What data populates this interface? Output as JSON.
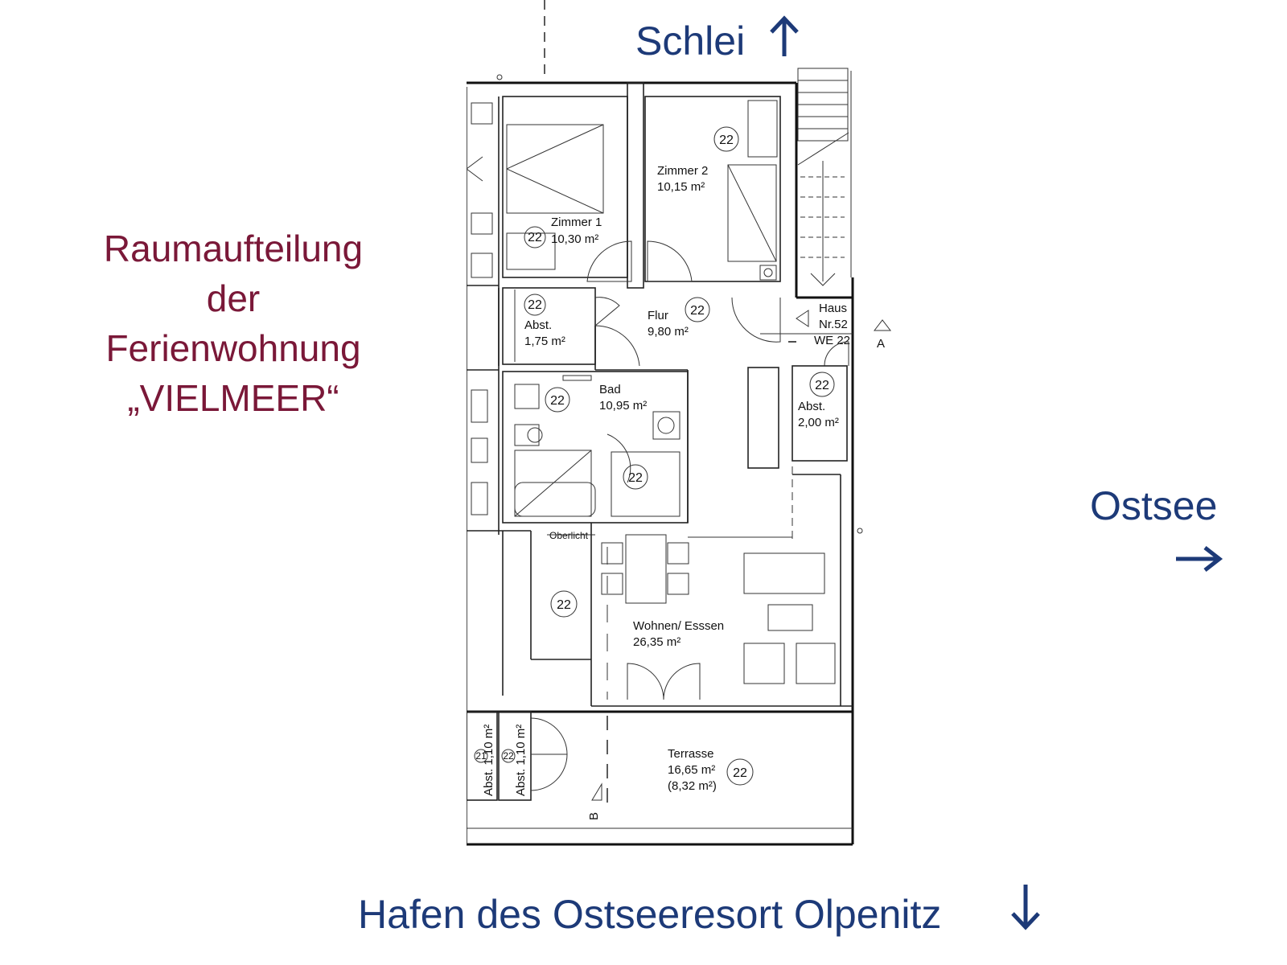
{
  "title": {
    "line1": "Raumaufteilung",
    "line2": "der",
    "line3": "Ferienwohnung",
    "line4": "„VIELMEER“"
  },
  "directions": {
    "north": "Schlei",
    "east": "Ostsee",
    "south": "Hafen des Ostseeresort Olpenitz"
  },
  "colors": {
    "title": "#7a1838",
    "directions": "#1d3a78"
  },
  "rooms": {
    "zimmer1": {
      "name": "Zimmer 1",
      "area": "10,30 m²",
      "unit": "22"
    },
    "zimmer2": {
      "name": "Zimmer 2",
      "area": "10,15 m²",
      "unit": "22"
    },
    "flur": {
      "name": "Flur",
      "area": "9,80 m²",
      "unit": "22"
    },
    "abst1": {
      "name": "Abst.",
      "area": "1,75 m²",
      "unit": "22"
    },
    "abst2": {
      "name": "Abst.",
      "area": "2,00 m²",
      "unit": "22"
    },
    "bad": {
      "name": "Bad",
      "area": "10,95 m²",
      "unit": "22",
      "unit2": "22"
    },
    "wohnen": {
      "name": "Wohnen/ Esssen",
      "area": "26,35 m²",
      "unit": "22"
    },
    "terrasse": {
      "name": "Terrasse",
      "area": "16,65 m²",
      "area2": "(8,32 m²)",
      "unit": "22"
    },
    "abst3": {
      "name": "Abst. 1,10 m²",
      "unit": "22"
    },
    "abst4": {
      "name": "Abst. 1,10 m²",
      "unit": "21"
    }
  },
  "labels": {
    "haus": "Haus",
    "nr": "Nr.52",
    "we": "WE 22",
    "section_a": "A",
    "section_b": "B",
    "oberlicht": "Oberlicht"
  }
}
